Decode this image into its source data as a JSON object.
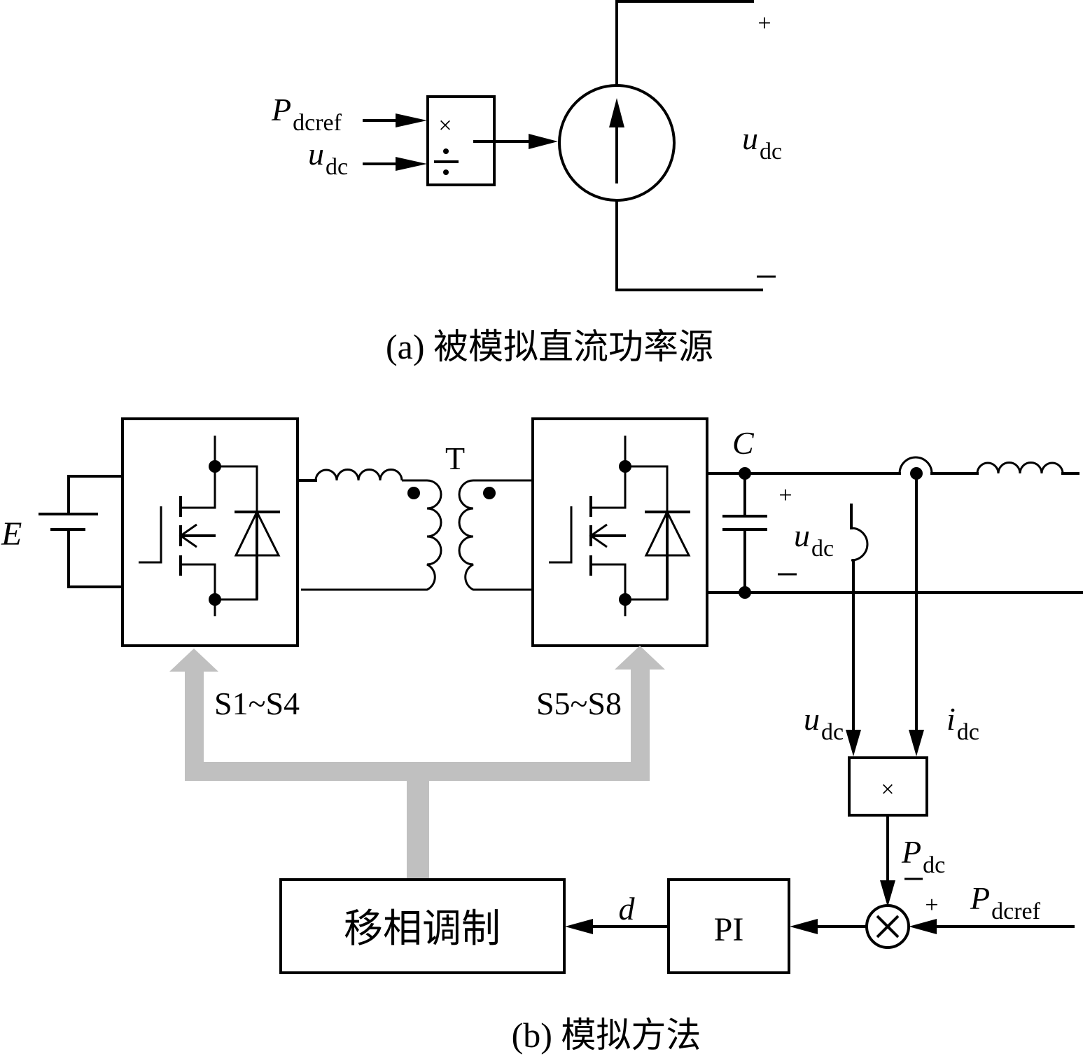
{
  "figure": {
    "part_a": {
      "caption": "(a)  被模拟直流功率源",
      "inputs": [
        {
          "symbol": "P",
          "subscript": "dcref"
        },
        {
          "symbol": "u",
          "subscript": "dc"
        }
      ],
      "divider_block": {
        "multiply_glyph": "×",
        "divide_glyph": "÷"
      },
      "source": {
        "type": "controlled-current-source"
      },
      "output_voltage": {
        "symbol": "u",
        "subscript": "dc",
        "plus": "+",
        "minus": "−"
      }
    },
    "part_b": {
      "caption": "(b)  模拟方法",
      "battery_label": "E",
      "transformer_label": "T",
      "capacitor_label": "C",
      "cap_voltage": {
        "symbol": "u",
        "subscript": "dc",
        "plus": "+",
        "minus": "−"
      },
      "bridge_left_signals": "S1~S4",
      "bridge_right_signals": "S5~S8",
      "meas_voltage": {
        "symbol": "u",
        "subscript": "dc"
      },
      "meas_current": {
        "symbol": "i",
        "subscript": "dc"
      },
      "multiplier_glyph": "×",
      "power_feedback": {
        "symbol": "P",
        "subscript": "dc",
        "sign": "−"
      },
      "power_reference": {
        "symbol": "P",
        "subscript": "dcref",
        "sign": "+"
      },
      "summing_glyph": "⊗",
      "pi_label": "PI",
      "duty_label": "d",
      "modulation_label": "移相调制"
    }
  }
}
